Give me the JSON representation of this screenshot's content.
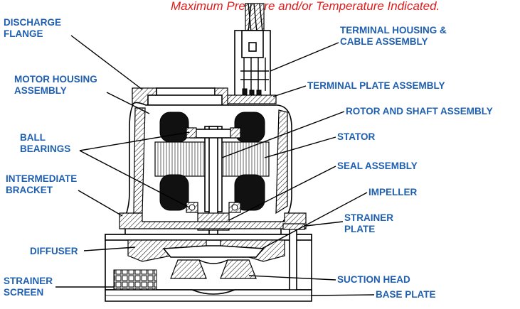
{
  "banner": "Maximum Pressure and/or Temperature Indicated.",
  "labels": {
    "discharge_flange": [
      "DISCHARGE",
      "FLANGE"
    ],
    "motor_housing": [
      "MOTOR HOUSING",
      "ASSEMBLY"
    ],
    "ball_bearings": [
      "BALL",
      "BEARINGS"
    ],
    "intermediate_bracket": [
      "INTERMEDIATE",
      "BRACKET"
    ],
    "diffuser": "DIFFUSER",
    "strainer_screen": [
      "STRAINER",
      "SCREEN"
    ],
    "terminal_housing": [
      "TERMINAL HOUSING &",
      "CABLE ASSEMBLY"
    ],
    "terminal_plate": "TERMINAL PLATE ASSEMBLY",
    "rotor_shaft": "ROTOR AND SHAFT ASSEMBLY",
    "stator": "STATOR",
    "seal_assembly": "SEAL ASSEMBLY",
    "impeller": "IMPELLER",
    "strainer_plate": [
      "STRAINER",
      "PLATE"
    ],
    "suction_head": "SUCTION HEAD",
    "base_plate": "BASE PLATE"
  },
  "colors": {
    "label": "#1f5fb0",
    "banner": "#e01b1b",
    "line": "#000000"
  }
}
